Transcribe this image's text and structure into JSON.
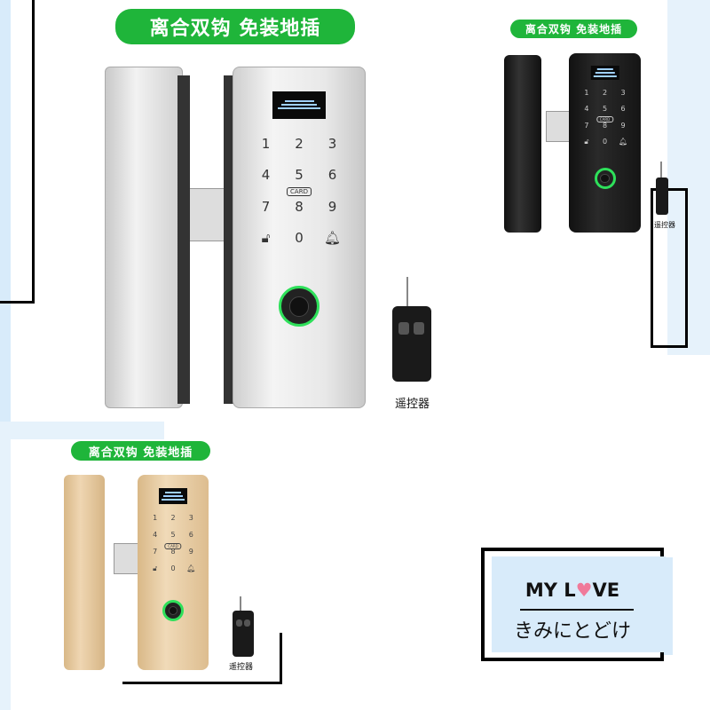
{
  "banner_text": "离合双钩 免装地插",
  "remote_label": "遥控器",
  "card_label": "CARD",
  "keypad": [
    "1",
    "2",
    "3",
    "4",
    "5",
    "6",
    "7",
    "8",
    "9",
    "lock-icon",
    "0",
    "bell-icon"
  ],
  "logo": {
    "line1_a": "MY L",
    "heart": "♥",
    "line1_b": "VE",
    "line2": "きみにとどけ"
  },
  "colors": {
    "banner": "#1fb53a",
    "silver": "#d9d9d9",
    "black": "#1b1b1b",
    "gold": "#e3c59a",
    "fingerprint_ring": "#2ee05a",
    "accent_blue": "#d8ebfa",
    "heart": "#f07a9a"
  }
}
